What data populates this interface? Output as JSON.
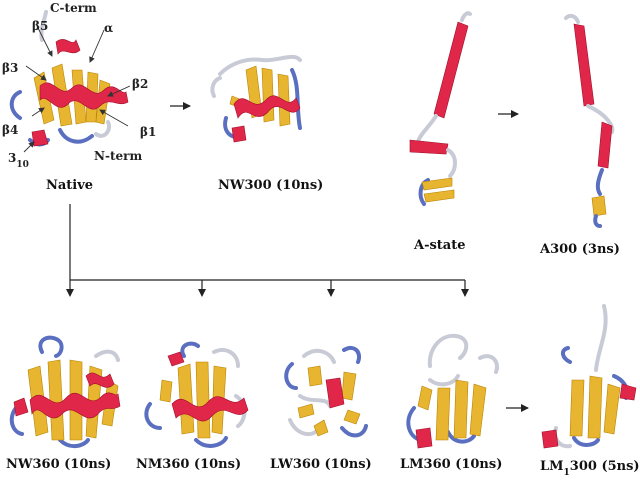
{
  "native": {
    "c_term": "C-term",
    "beta5": "β5",
    "alpha": "α",
    "beta3": "β3",
    "beta2": "β2",
    "beta4": "β4",
    "beta1": "β1",
    "three_ten_main": "3",
    "three_ten_sub": "10",
    "n_term": "N-term"
  },
  "labels": {
    "native": "Native",
    "nw300": "NW300 (10ns)",
    "a_state": "A-state",
    "a300": "A300 (3ns)",
    "nw360": "NW360 (10ns)",
    "nm360": "NM360 (10ns)",
    "lw360": "LW360 (10ns)",
    "lm360": "LM360 (10ns)",
    "lm1300_prefix": "LM",
    "lm1300_sub": "1",
    "lm1300_suffix": "300 (5ns)"
  },
  "colors": {
    "helix": "#e0274a",
    "sheet": "#e8b530",
    "turn": "#5a6fc0",
    "coil": "#c8cbd6"
  }
}
